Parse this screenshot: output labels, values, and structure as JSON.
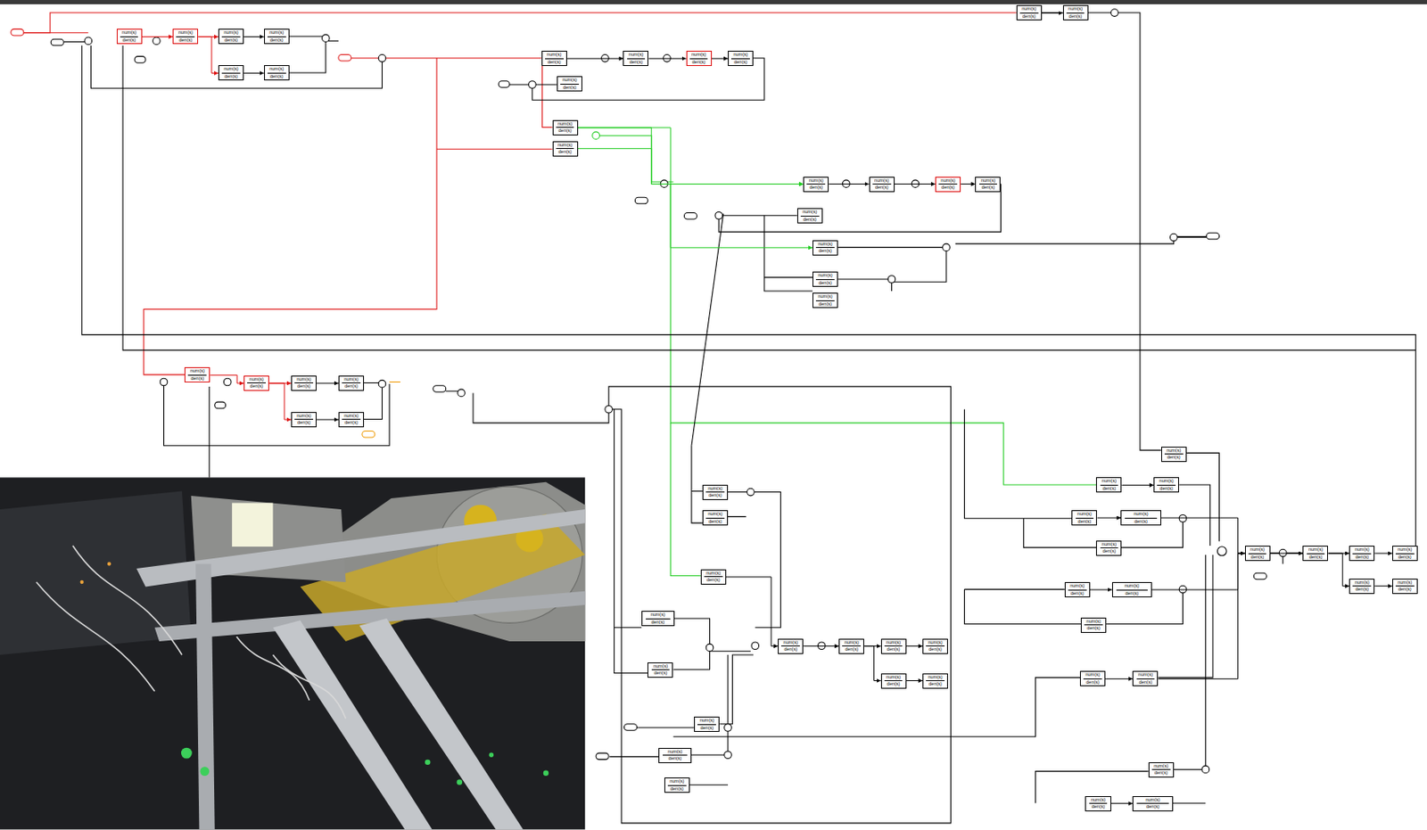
{
  "diagram": {
    "nodes": [
      {
        "text": [
          "num(s)",
          "den(s)"
        ]
      },
      {
        "text": [
          "num(s)",
          "den(s)"
        ]
      },
      {
        "text": [
          "num(s)",
          "den(s)"
        ]
      },
      {
        "text": [
          "num(s)",
          "den(s)"
        ]
      },
      {
        "text": [
          "num(s)",
          "den(s)"
        ]
      },
      {
        "text": [
          "num(s)",
          "den(s)"
        ]
      },
      {
        "text": [
          "num(s)",
          "den(s)"
        ]
      },
      {
        "text": [
          "num(s)",
          "den(s)"
        ]
      },
      {
        "text": [
          "num(s)",
          "den(s)"
        ]
      },
      {
        "text": [
          "num(s)",
          "den(s)"
        ]
      },
      {
        "text": [
          "num(s)",
          "den(s)"
        ]
      },
      {
        "text": [
          "num(s)",
          "den(s)"
        ]
      },
      {
        "text": [
          "num(s)",
          "den(s)"
        ]
      },
      {
        "text": [
          "num(s)",
          "den(s)"
        ]
      },
      {
        "text": [
          "num(s)",
          "den(s)"
        ]
      },
      {
        "text": [
          "num(s)",
          "den(s)"
        ]
      },
      {
        "text": [
          "num(s)",
          "den(s)"
        ]
      },
      {
        "text": [
          "num(s)",
          "den(s)"
        ]
      },
      {
        "text": [
          "num(s)",
          "den(s)"
        ]
      },
      {
        "text": [
          "num(s)",
          "den(s)"
        ]
      },
      {
        "text": [
          "num(s)",
          "den(s)"
        ]
      },
      {
        "text": [
          "num(s)",
          "den(s)"
        ]
      },
      {
        "text": [
          "num(s)",
          "den(s)"
        ]
      },
      {
        "text": [
          "num(s)",
          "den(s)"
        ]
      },
      {
        "text": [
          "num(s)",
          "den(s)"
        ]
      },
      {
        "text": [
          "num(s)",
          "den(s)"
        ]
      },
      {
        "text": [
          "num(s)",
          "den(s)"
        ]
      },
      {
        "text": [
          "num(s)",
          "den(s)"
        ]
      },
      {
        "text": [
          "num(s)",
          "den(s)"
        ]
      },
      {
        "text": [
          "num(s)",
          "den(s)"
        ]
      },
      {
        "text": [
          "num(s)",
          "den(s)"
        ]
      },
      {
        "text": [
          "num(s)",
          "den(s)"
        ]
      },
      {
        "text": [
          "num(s)",
          "den(s)"
        ]
      },
      {
        "text": [
          "num(s)",
          "den(s)"
        ]
      },
      {
        "text": [
          "num(s)",
          "den(s)"
        ]
      },
      {
        "text": [
          "num(s)",
          "den(s)"
        ]
      },
      {
        "text": [
          "num(s)",
          "den(s)"
        ]
      },
      {
        "text": [
          "num(s)",
          "den(s)"
        ]
      },
      {
        "text": [
          "num(s)",
          "den(s)"
        ]
      },
      {
        "text": [
          "num(s)",
          "den(s)"
        ]
      },
      {
        "text": [
          "num(s)",
          "den(s)"
        ]
      },
      {
        "text": [
          "num(s)",
          "den(s)"
        ]
      },
      {
        "text": [
          "num(s)",
          "den(s)"
        ]
      },
      {
        "text": [
          "num(s)",
          "den(s)"
        ]
      },
      {
        "text": [
          "num(s)",
          "den(s)"
        ]
      },
      {
        "text": [
          "num(s)",
          "den(s)"
        ]
      },
      {
        "text": [
          "num(s)",
          "den(s)"
        ]
      },
      {
        "text": [
          "num(s)",
          "den(s)"
        ]
      },
      {
        "text": [
          "num(s)",
          "den(s)"
        ]
      },
      {
        "text": [
          "num(s)",
          "den(s)"
        ]
      },
      {
        "text": [
          "num(s)",
          "den(s)"
        ]
      },
      {
        "text": [
          "num(s)",
          "den(s)"
        ]
      },
      {
        "text": [
          "num(s)",
          "den(s)"
        ]
      },
      {
        "text": [
          "num(s)",
          "den(s)"
        ]
      },
      {
        "text": [
          "num(s)",
          "den(s)"
        ]
      },
      {
        "text": [
          "num(s)",
          "den(s)"
        ]
      },
      {
        "text": [
          "num(s)",
          "den(s)"
        ]
      },
      {
        "text": [
          "num(s)",
          "den(s)"
        ]
      },
      {
        "text": [
          "num(s)",
          "den(s)"
        ]
      },
      {
        "text": [
          "num(s)",
          "den(s)"
        ]
      },
      {
        "text": [
          "num(s)",
          "den(s)"
        ]
      },
      {
        "text": [
          "num(s)",
          "den(s)"
        ]
      },
      {
        "text": [
          "num(s)",
          "den(s)"
        ]
      }
    ],
    "edges": [
      {
        "from": 0,
        "to": 1,
        "arrow": "to"
      },
      {
        "from": 1,
        "to": 2,
        "arrow": "to"
      },
      {
        "from": 1,
        "to": 4,
        "arrow": "to"
      },
      {
        "from": 2,
        "to": 3,
        "arrow": "to"
      },
      {
        "from": 4,
        "to": 5,
        "arrow": "to"
      },
      {
        "from": 6,
        "to": 7,
        "arrow": "to"
      },
      {
        "from": 7,
        "to": 8,
        "arrow": "to"
      },
      {
        "from": 8,
        "to": 9,
        "arrow": "to"
      },
      {
        "from": 11,
        "to": 13,
        "arrow": "to"
      },
      {
        "from": 12,
        "to": 13,
        "arrow": "to"
      },
      {
        "from": 11,
        "to": 18,
        "arrow": "to"
      },
      {
        "from": 13,
        "to": 14,
        "arrow": "to"
      },
      {
        "from": 14,
        "to": 15,
        "arrow": "to"
      },
      {
        "from": 15,
        "to": 16,
        "arrow": "to"
      },
      {
        "from": 21,
        "to": 22,
        "arrow": "to"
      },
      {
        "from": 23,
        "to": 24,
        "arrow": "to"
      },
      {
        "from": 24,
        "to": 25,
        "arrow": "to"
      },
      {
        "from": 24,
        "to": 27,
        "arrow": "to"
      },
      {
        "from": 25,
        "to": 26,
        "arrow": "to"
      },
      {
        "from": 27,
        "to": 28,
        "arrow": "to"
      },
      {
        "from": 31,
        "to": 34,
        "arrow": "to"
      },
      {
        "from": 34,
        "to": 35,
        "arrow": "to"
      },
      {
        "from": 35,
        "to": 36,
        "arrow": "to"
      },
      {
        "from": 35,
        "to": 38,
        "arrow": "to"
      },
      {
        "from": 36,
        "to": 37,
        "arrow": "to"
      },
      {
        "from": 38,
        "to": 39,
        "arrow": "to"
      },
      {
        "from": 44,
        "to": 45,
        "arrow": "to"
      },
      {
        "from": 46,
        "to": 47,
        "arrow": "to"
      },
      {
        "from": 49,
        "to": 50,
        "arrow": "to"
      },
      {
        "from": 52,
        "to": 53,
        "arrow": "to"
      },
      {
        "from": 55,
        "to": 56,
        "arrow": "to"
      },
      {
        "from": 47,
        "to": 57,
        "arrow": "to"
      },
      {
        "from": 50,
        "to": 57,
        "arrow": "to"
      },
      {
        "from": 53,
        "to": 57,
        "arrow": "to"
      },
      {
        "from": 57,
        "to": 58,
        "arrow": "to"
      },
      {
        "from": 58,
        "to": 59,
        "arrow": "to"
      },
      {
        "from": 58,
        "to": 61,
        "arrow": "to"
      },
      {
        "from": 59,
        "to": 60,
        "arrow": "to"
      },
      {
        "from": 61,
        "to": 62,
        "arrow": "to"
      }
    ]
  }
}
